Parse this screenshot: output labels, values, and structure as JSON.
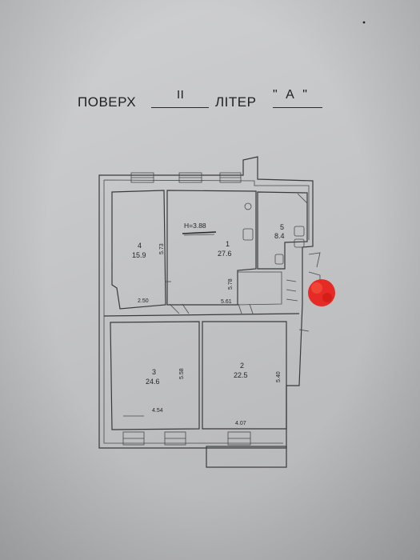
{
  "header": {
    "floor_label": "ПОВЕРХ",
    "floor_value": "II",
    "letter_label": "ЛІТЕР",
    "letter_value": "\" А \""
  },
  "plan": {
    "height_note": "Н=3.88",
    "rooms": [
      {
        "number": "1",
        "area": "27.6"
      },
      {
        "number": "2",
        "area": "22.5"
      },
      {
        "number": "3",
        "area": "24.6"
      },
      {
        "number": "4",
        "area": "15.9"
      },
      {
        "number": "5",
        "area": "8.4"
      }
    ],
    "dimensions": {
      "room4_depth": "5.73",
      "room4_width": "2.50",
      "room1_depth": "5.78",
      "room1_width": "5.61",
      "room3_depth": "5.58",
      "room3_width": "4.54",
      "room2_depth": "5.40",
      "room2_width": "4.07"
    }
  },
  "colors": {
    "paper": "#c8c9cb",
    "ink": "#2a2a2a",
    "marker": "#e8231d"
  }
}
